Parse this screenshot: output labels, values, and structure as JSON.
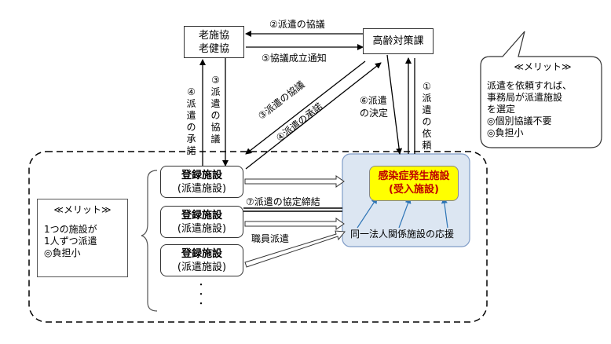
{
  "nodes": {
    "roushikyou_line1": "老施協",
    "roushikyou_line2": "老健協",
    "kourei_taisaku": "高齢対策課",
    "reg_title": "登録施設",
    "reg_sub": "(派遣施設)",
    "infect_title": "感染症発生施設",
    "infect_sub": "(受入施設)",
    "support_label": "同一法人関係施設の応援"
  },
  "labels": {
    "step1": "①派遣の依頼",
    "step2": "②派遣の協議",
    "step3_v": "③派遣の協議",
    "step3_diag": "③派遣の協議",
    "step4_v": "④派遣の承諾",
    "step4_diag": "④派遣の承諾",
    "step5": "⑤協議成立通知",
    "step6_line1": "⑥派遣",
    "step6_line2": "の決定",
    "step7": "⑦派遣の協定締結",
    "staff_dispatch": "職員派遣",
    "dots": "・\n・\n・"
  },
  "merit_left": {
    "title": "≪メリット≫",
    "line1": "1つの施設が",
    "line2": "1人ずつ派遣",
    "line3": "◎負担小"
  },
  "merit_right": {
    "title": "≪メリット≫",
    "line1": "派遣を依頼すれば、",
    "line2": "事務局が派遣施設",
    "line3": "を選定",
    "line4": "◎個別協議不要",
    "line5": "◎負担小"
  },
  "colors": {
    "infect_fill": "#ffff00",
    "infect_text": "#c00000",
    "region_fill": "#dce6f2",
    "region_border": "#7f9cc7",
    "support_arrow": "#5b9bd5"
  }
}
